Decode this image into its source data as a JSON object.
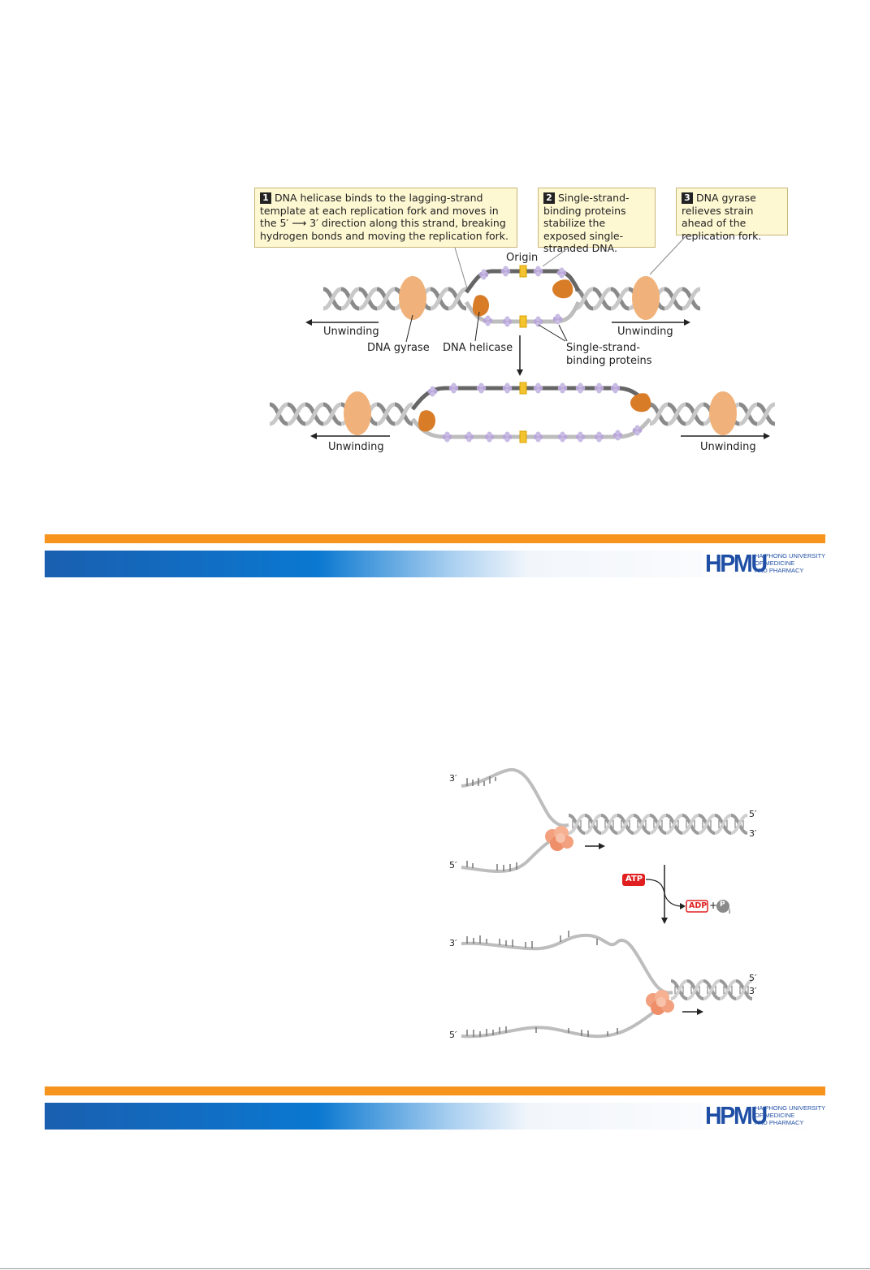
{
  "slide1": {
    "callouts": [
      {
        "num": "1",
        "text": "DNA helicase binds to the lagging-strand template at each replication fork and moves in the 5′ ⟶ 3′ direction along this strand, breaking hydrogen bonds and moving the replication fork."
      },
      {
        "num": "2",
        "text": "Single-strand-binding proteins stabilize the exposed single-stranded DNA."
      },
      {
        "num": "3",
        "text": "DNA gyrase relieves strain ahead of the replication fork."
      }
    ],
    "labels": {
      "origin": "Origin",
      "unwinding_left_top": "Unwinding",
      "unwinding_right_top": "Unwinding",
      "dna_gyrase": "DNA gyrase",
      "dna_helicase": "DNA helicase",
      "ssb_line1": "Single-strand-",
      "ssb_line2": "binding proteins",
      "unwinding_left_bottom": "Unwinding",
      "unwinding_right_bottom": "Unwinding"
    }
  },
  "footer": {
    "logo_main": "HPMU",
    "logo_sub_1": "HAIPHONG UNIVERSITY",
    "logo_sub_2": "OF MEDICINE",
    "logo_sub_3": "AND PHARMACY"
  },
  "slide2": {
    "top": {
      "left_3": "3′",
      "left_5": "5′",
      "right_5": "5′",
      "right_3": "3′"
    },
    "reaction": {
      "atp": "ATP",
      "adp": "ADP",
      "plus": "+",
      "pi": "P",
      "pi_sub": "i"
    },
    "bottom": {
      "left_3": "3′",
      "left_5": "5′",
      "right_5": "5′",
      "right_3": "3′"
    }
  },
  "colors": {
    "orange_band": "#f7941d",
    "blue_band": "#0a78d0",
    "helicase": "#d97c28",
    "gyrase": "#f0b27a",
    "ssb": "#b9a6d8",
    "origin": "#f4c430",
    "callout_bg": "#fdf7d2",
    "atp_red": "#e02020"
  }
}
